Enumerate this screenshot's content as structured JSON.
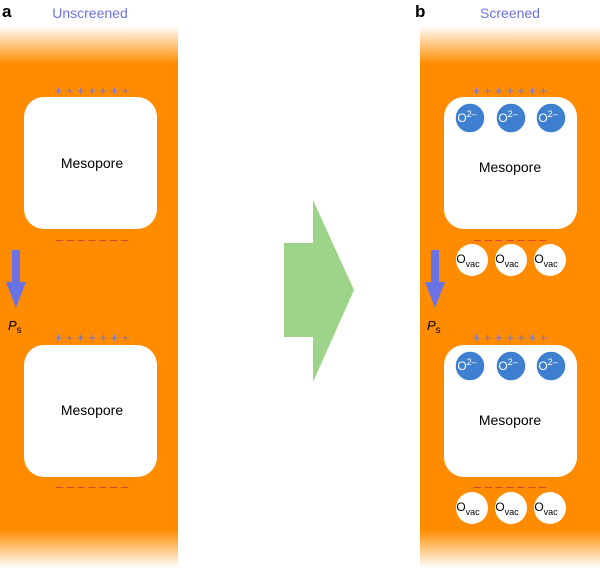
{
  "panels": [
    {
      "label": "a",
      "title": "Unscreened",
      "pores": [
        {
          "label": "Mesopore",
          "top_charge": "+ + + + + + +",
          "bottom_charge": "– – – – – – –"
        },
        {
          "label": "Mesopore",
          "top_charge": "+ + + + + + +",
          "bottom_charge": "– – – – – – –"
        }
      ],
      "polarization": {
        "symbol": "P",
        "subscript": "s"
      }
    },
    {
      "label": "b",
      "title": "Screened",
      "pores": [
        {
          "label": "Mesopore",
          "top_charge": "+ + + + + + +",
          "bottom_charge": "– – – – – – –",
          "ions": [
            {
              "base": "O",
              "sup": "2–"
            },
            {
              "base": "O",
              "sup": "2–"
            },
            {
              "base": "O",
              "sup": "2–"
            }
          ],
          "vacancies": [
            {
              "base": "O",
              "sub": "vac"
            },
            {
              "base": "O",
              "sub": "vac"
            },
            {
              "base": "O",
              "sub": "vac"
            }
          ]
        },
        {
          "label": "Mesopore",
          "top_charge": "+ + + + + + +",
          "bottom_charge": "– – – – – – –",
          "ions": [
            {
              "base": "O",
              "sup": "2–"
            },
            {
              "base": "O",
              "sup": "2–"
            },
            {
              "base": "O",
              "sup": "2–"
            }
          ],
          "vacancies": [
            {
              "base": "O",
              "sub": "vac"
            },
            {
              "base": "O",
              "sub": "vac"
            },
            {
              "base": "O",
              "sub": "vac"
            }
          ]
        }
      ],
      "polarization": {
        "symbol": "P",
        "subscript": "s"
      }
    }
  ],
  "colors": {
    "film": "#ff8c00",
    "title": "#6a73e6",
    "plus": "#6a73e6",
    "minus": "#d63b3b",
    "polarization_arrow": "#6a73e6",
    "ion_fill": "#3f7fd0",
    "transition_arrow": "#9ed48a"
  }
}
